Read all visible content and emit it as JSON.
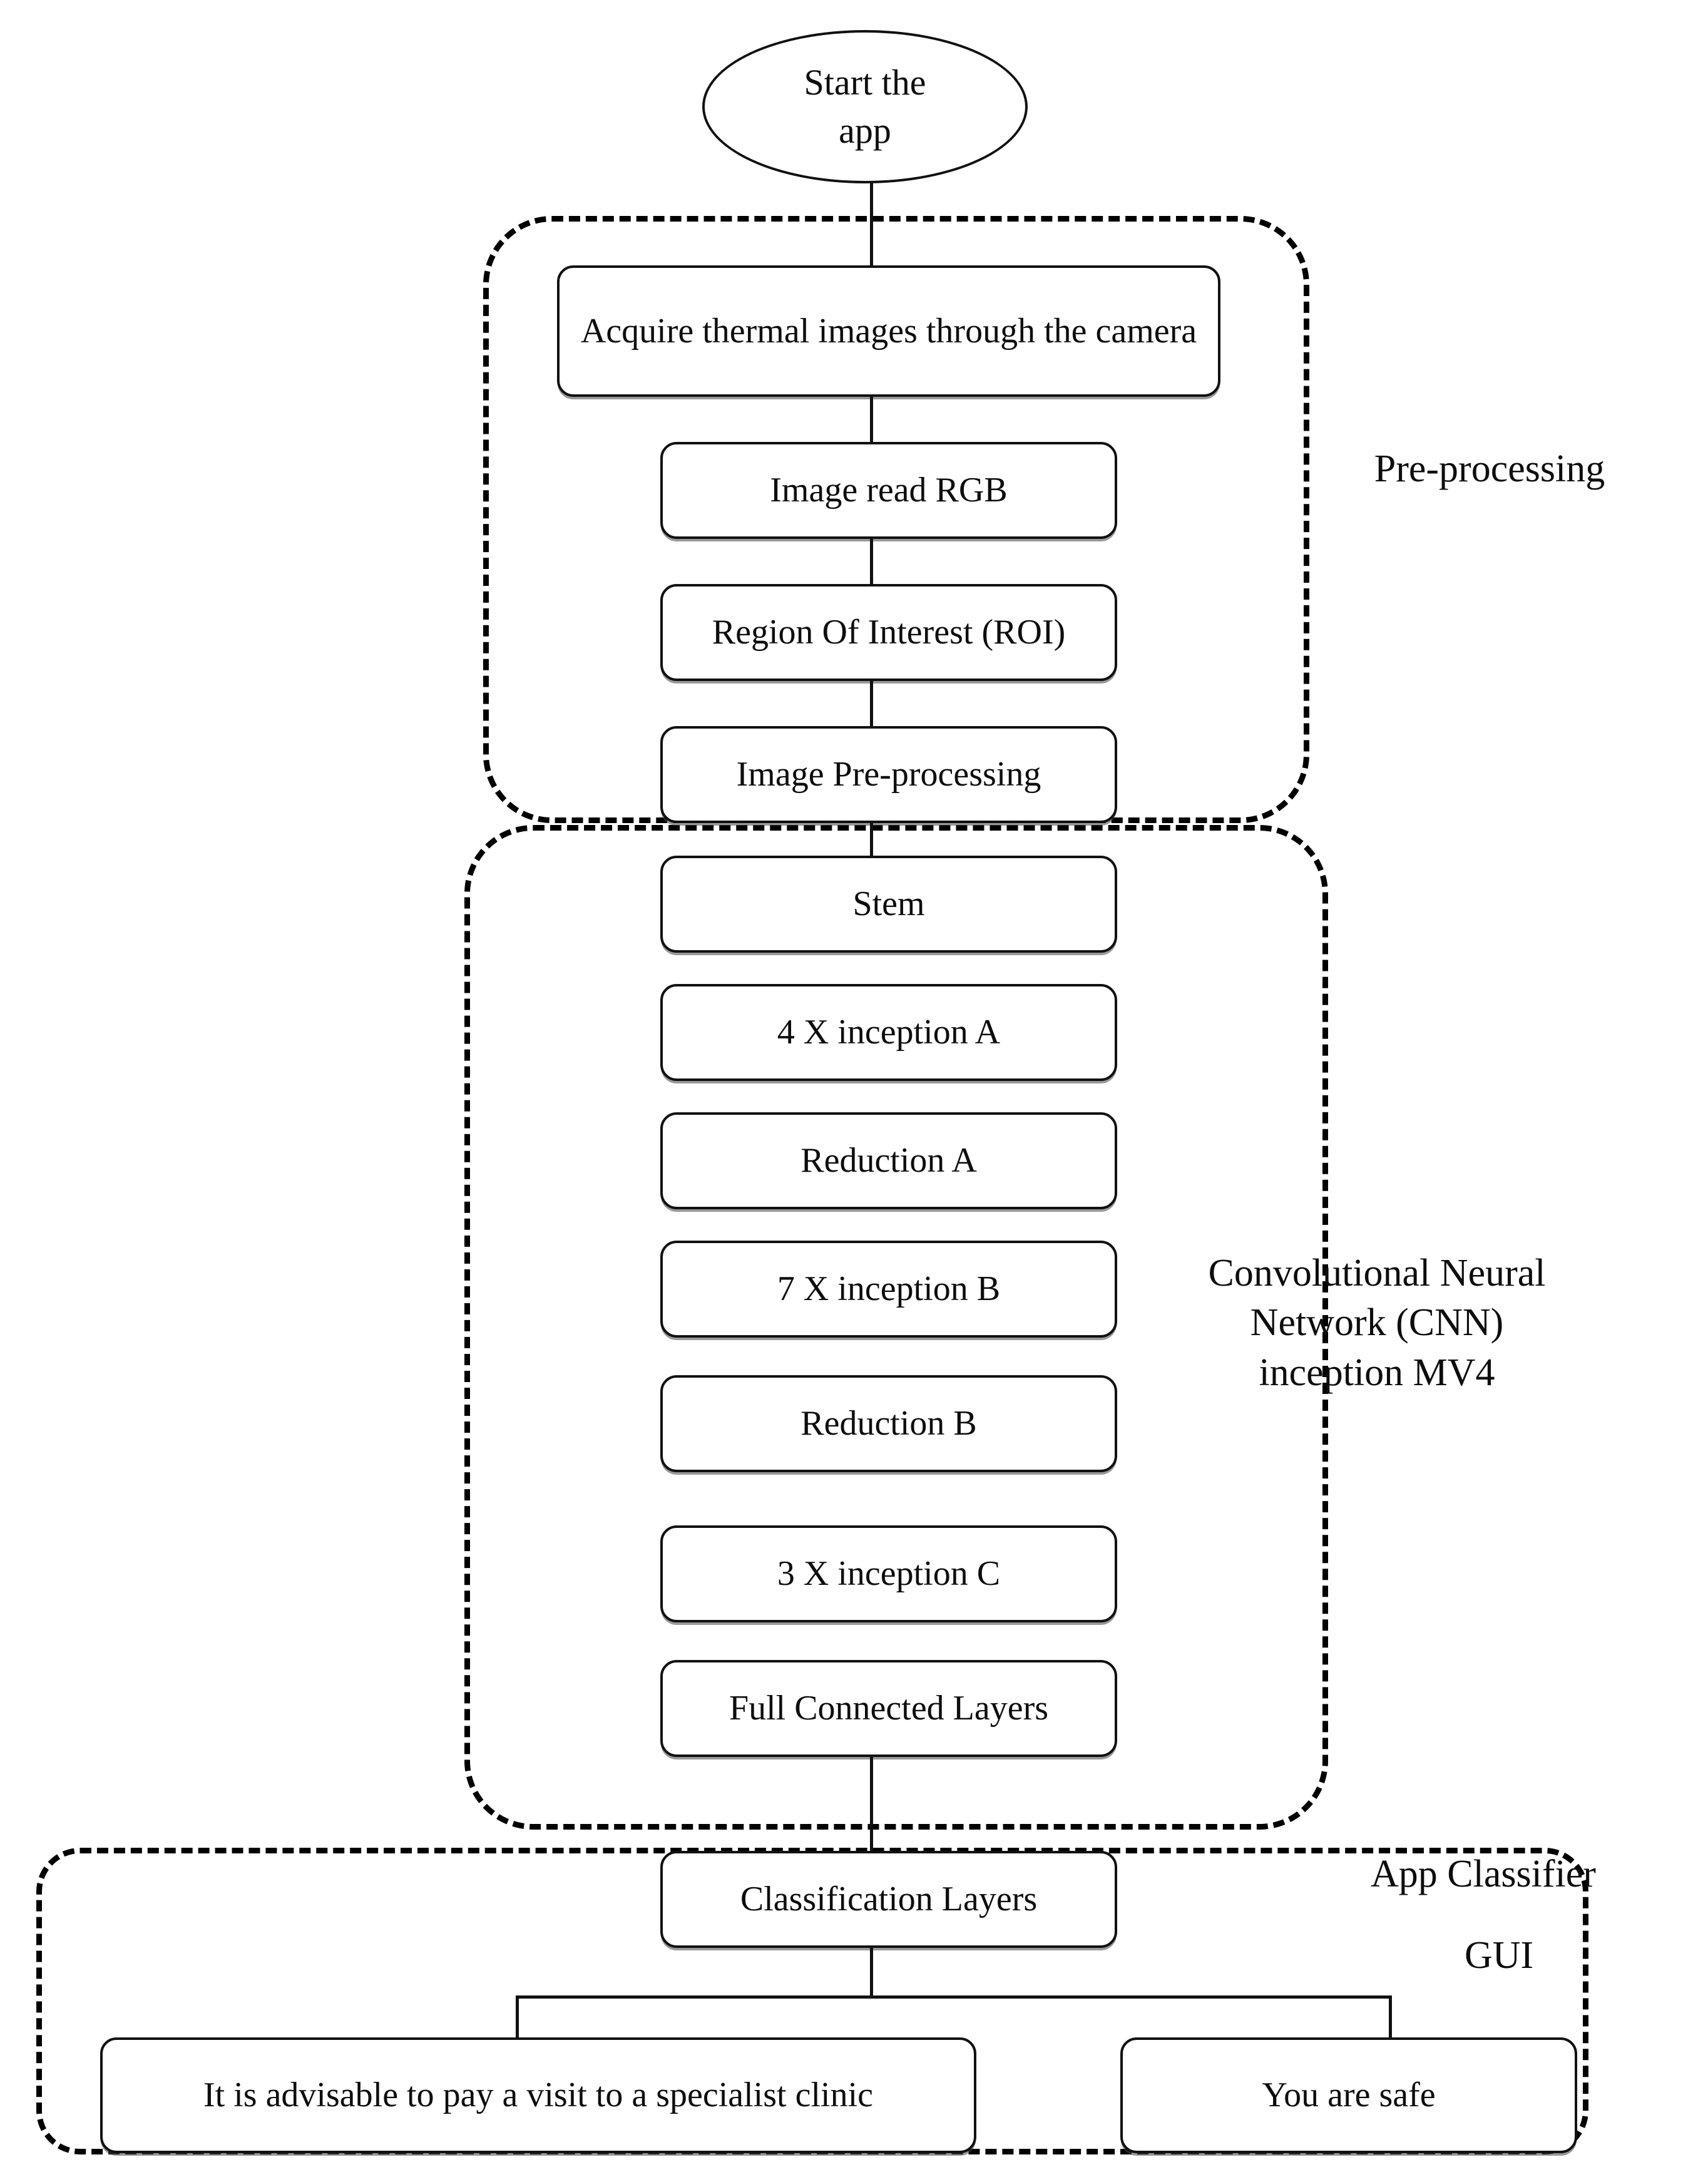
{
  "diagram": {
    "title": "Thermal image app classification flowchart",
    "terminator": {
      "label": "Start the\napp"
    },
    "groups": [
      {
        "id": "pre-processing",
        "label": "Pre-processing"
      },
      {
        "id": "cnn",
        "label": "Convolutional Neural\nNetwork (CNN)\ninception MV4"
      },
      {
        "id": "app-classifier",
        "label_line1": "App Classifier",
        "label_line2": "GUI"
      }
    ],
    "preprocessing_nodes": [
      {
        "id": "acquire",
        "label": "Acquire thermal images through the camera"
      },
      {
        "id": "image-read-rgb",
        "label": "Image read RGB"
      },
      {
        "id": "roi",
        "label": "Region Of Interest (ROI)"
      },
      {
        "id": "image-pre-processing",
        "label": "Image Pre-processing"
      }
    ],
    "cnn_nodes": [
      {
        "id": "stem",
        "label": "Stem"
      },
      {
        "id": "inception-a",
        "label": "4 X inception A"
      },
      {
        "id": "reduction-a",
        "label": "Reduction A"
      },
      {
        "id": "inception-b",
        "label": "7 X inception B"
      },
      {
        "id": "reduction-b",
        "label": "Reduction B"
      },
      {
        "id": "inception-c",
        "label": "3 X inception C"
      },
      {
        "id": "full-connected-layers",
        "label": "Full Connected Layers"
      }
    ],
    "classifier_nodes": [
      {
        "id": "classification-layers",
        "label": "Classification Layers"
      }
    ],
    "outcome_nodes": [
      {
        "id": "outcome-clinic",
        "label": "It is advisable to pay a visit to a specialist clinic"
      },
      {
        "id": "outcome-safe",
        "label": "You are safe"
      }
    ],
    "colors": {
      "stroke": "#111111",
      "background": "#ffffff",
      "text": "#0d0d0d"
    }
  }
}
